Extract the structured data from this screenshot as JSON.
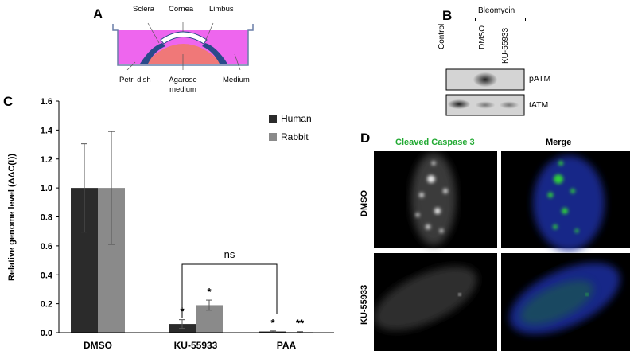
{
  "panels": {
    "a": "A",
    "b": "B",
    "c": "C",
    "d": "D"
  },
  "panel_a": {
    "sclera": "Sclera",
    "cornea": "Cornea",
    "limbus": "Limbus",
    "petri_dish": "Petri dish",
    "agarose_line1": "Agarose",
    "agarose_line2": "medium",
    "medium": "Medium",
    "colors": {
      "medium": "#ee66ee",
      "agarose": "#f07878",
      "sclera": "#2a4a8a"
    }
  },
  "panel_b": {
    "treatment": "Bleomycin",
    "lanes": [
      "Control",
      "DMSO",
      "KU-55933"
    ],
    "bands": [
      "pATM",
      "tATM"
    ]
  },
  "chart_data": {
    "type": "bar",
    "categories": [
      "DMSO",
      "KU-55933",
      "PAA"
    ],
    "ylabel": "Relative genome level (ΔΔC(t))",
    "ylim": [
      0,
      1.6
    ],
    "yticks": [
      "0.0",
      "0.2",
      "0.4",
      "0.6",
      "0.8",
      "1.0",
      "1.2",
      "1.4",
      "1.6"
    ],
    "series": [
      {
        "name": "Human",
        "color": "#2b2b2b",
        "values": [
          1.0,
          0.06,
          0.008
        ],
        "err": [
          0.305,
          0.03,
          0.004
        ],
        "sig": [
          "",
          "*",
          "*"
        ]
      },
      {
        "name": "Rabbit",
        "color": "#8a8a8a",
        "values": [
          1.0,
          0.19,
          0.004
        ],
        "err": [
          0.39,
          0.035,
          0.003
        ],
        "sig": [
          "",
          "*",
          "**"
        ]
      }
    ],
    "bracket_label": "ns",
    "legend_position": "top-right"
  },
  "panel_d": {
    "col_caspase": "Cleaved Caspase 3",
    "col_merge": "Merge",
    "row_dmso": "DMSO",
    "row_ku": "KU-55933",
    "caspase_color": "#22aa33"
  }
}
